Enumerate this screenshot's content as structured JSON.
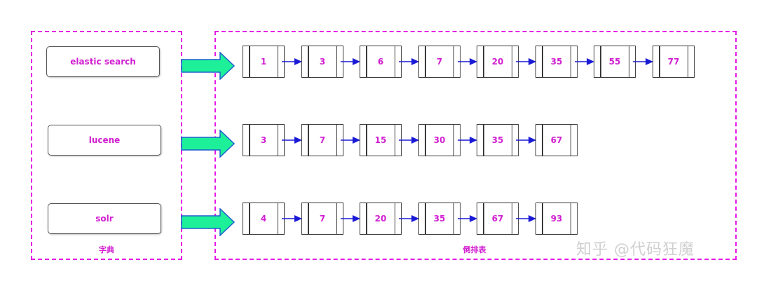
{
  "dictionary": {
    "label": "字典",
    "terms": [
      "elastic search",
      "lucene",
      "solr"
    ]
  },
  "posting_lists": {
    "label": "倒排表",
    "rows": [
      [
        "1",
        "3",
        "6",
        "7",
        "20",
        "35",
        "55",
        "77"
      ],
      [
        "3",
        "7",
        "15",
        "30",
        "35",
        "67"
      ],
      [
        "4",
        "7",
        "20",
        "35",
        "67",
        "93"
      ]
    ]
  },
  "watermark": "知乎 @代码狂魔",
  "colors": {
    "accent_magenta": "#e619e6",
    "text_magenta": "#d11fd1",
    "arrow_fill": "#1ef09a",
    "arrow_stroke": "#1f5fcf",
    "link_arrow": "#1a1ad6"
  }
}
